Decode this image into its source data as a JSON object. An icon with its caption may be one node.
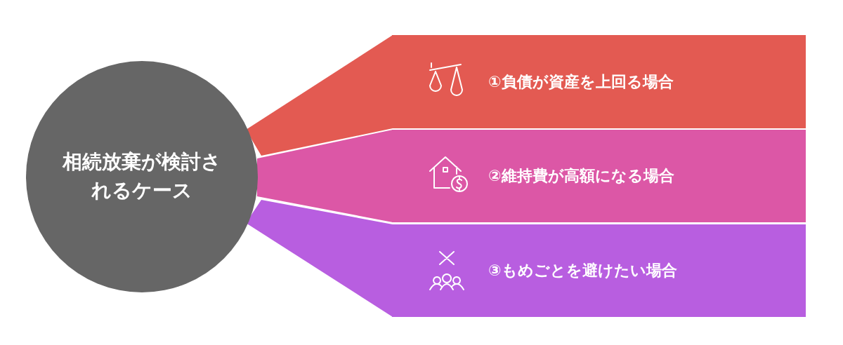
{
  "diagram": {
    "nodes": [
      {
        "text": [
          "相続放棄が検討されるケース"
        ]
      },
      {
        "text": [
          "①負債が資産を上回る場合"
        ]
      },
      {
        "text": [
          "②維持費が高額になる場合"
        ]
      },
      {
        "text": [
          "③もめごとを避けたい場合"
        ]
      }
    ],
    "edges": [
      {
        "from": 0,
        "to": 1,
        "arrow": "none",
        "style": "thick",
        "color": "#e35a52"
      },
      {
        "from": 0,
        "to": 2,
        "arrow": "none",
        "style": "thick",
        "color": "#dc57a6"
      },
      {
        "from": 0,
        "to": 3,
        "arrow": "none",
        "style": "thick",
        "color": "#b85ee0"
      }
    ]
  }
}
